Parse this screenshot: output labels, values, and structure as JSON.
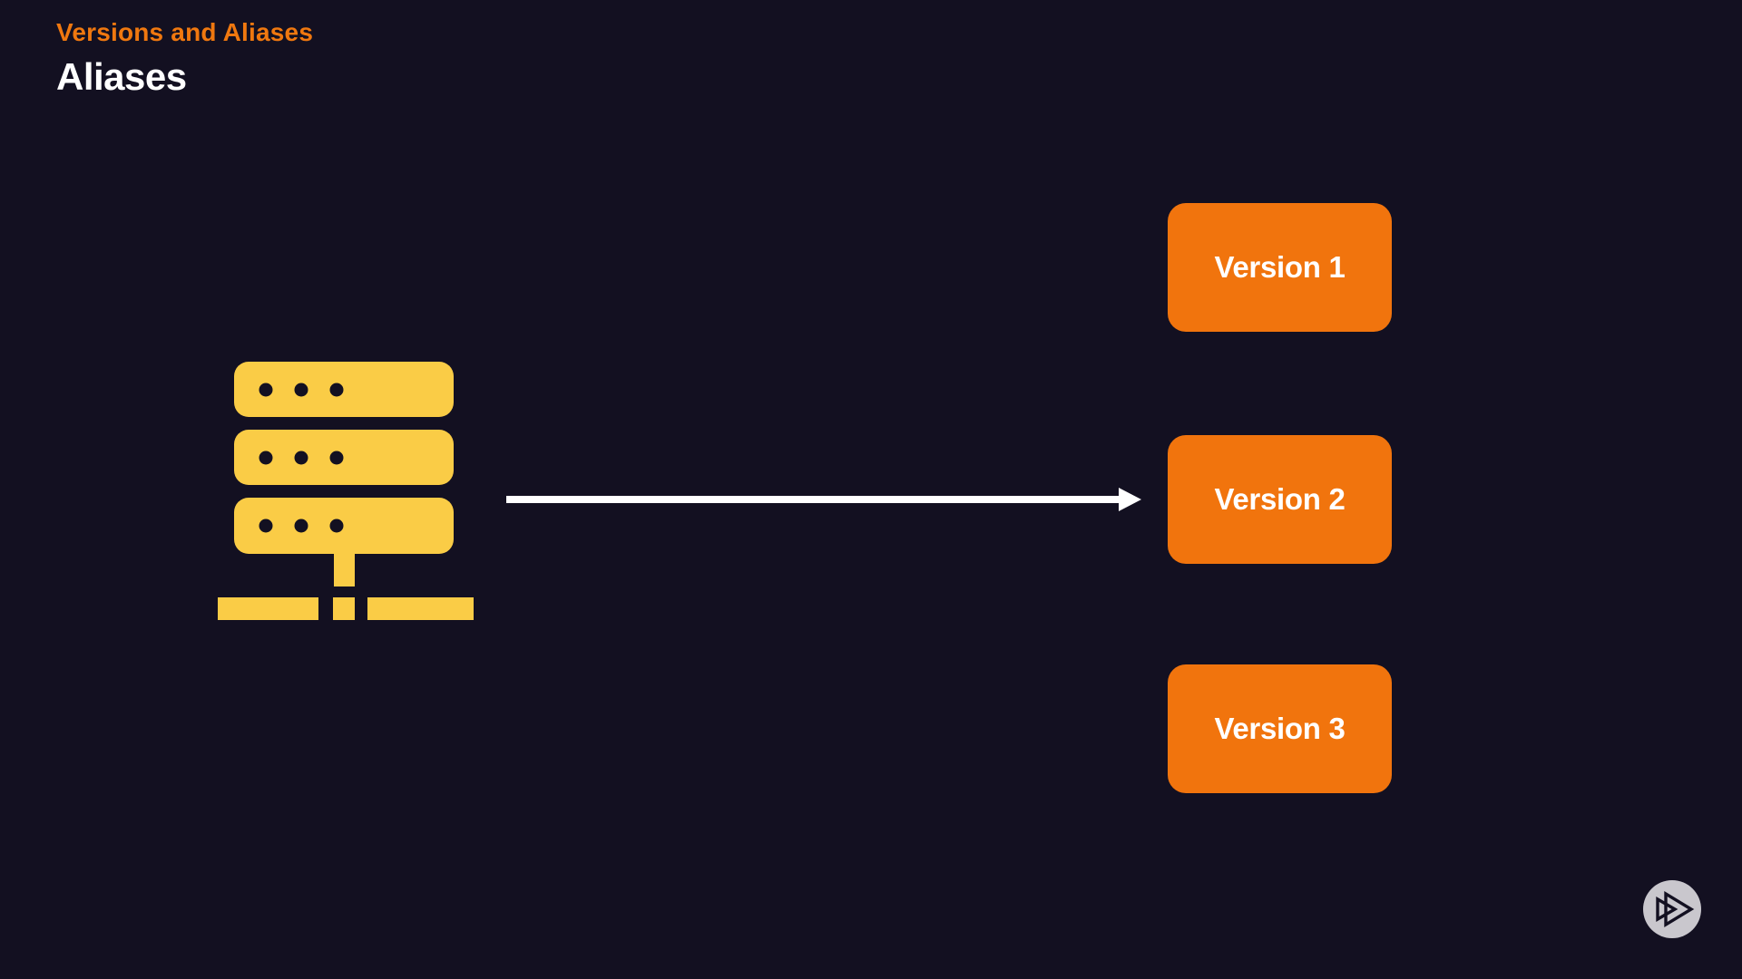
{
  "slide": {
    "kicker": "Versions and Aliases",
    "title": "Aliases"
  },
  "diagram": {
    "source": {
      "icon": "server-icon"
    },
    "arrow": {
      "from": "server-icon",
      "to": "Version 2",
      "direction": "right"
    },
    "versions": [
      {
        "label": "Version 1"
      },
      {
        "label": "Version 2"
      },
      {
        "label": "Version 3"
      }
    ]
  },
  "footer": {
    "logo": "pluralsight-play-icon"
  },
  "colors": {
    "background": "#131021",
    "kicker_orange": "#F0780F",
    "box_orange": "#F1740D",
    "server_yellow": "#FACC46",
    "arrow_white": "#FFFFFF",
    "logo_circle_gray": "#C9C7CD"
  }
}
